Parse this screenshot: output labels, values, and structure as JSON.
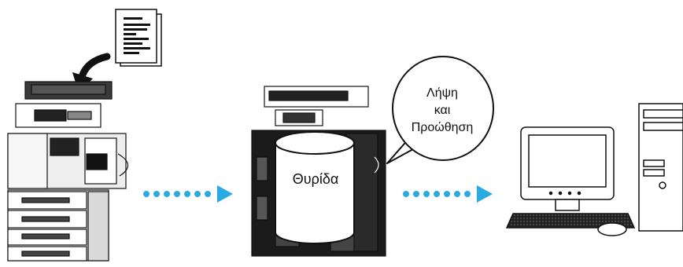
{
  "diagram": {
    "box_label": "Θυρίδα",
    "bubble_lines": [
      "Λήψη",
      "και",
      "Προώθηση"
    ],
    "arrow_color": "#29ABE2",
    "stroke_color": "#111111",
    "icons": [
      "document-icon",
      "copier-icon",
      "copier-icon",
      "computer-icon"
    ]
  }
}
